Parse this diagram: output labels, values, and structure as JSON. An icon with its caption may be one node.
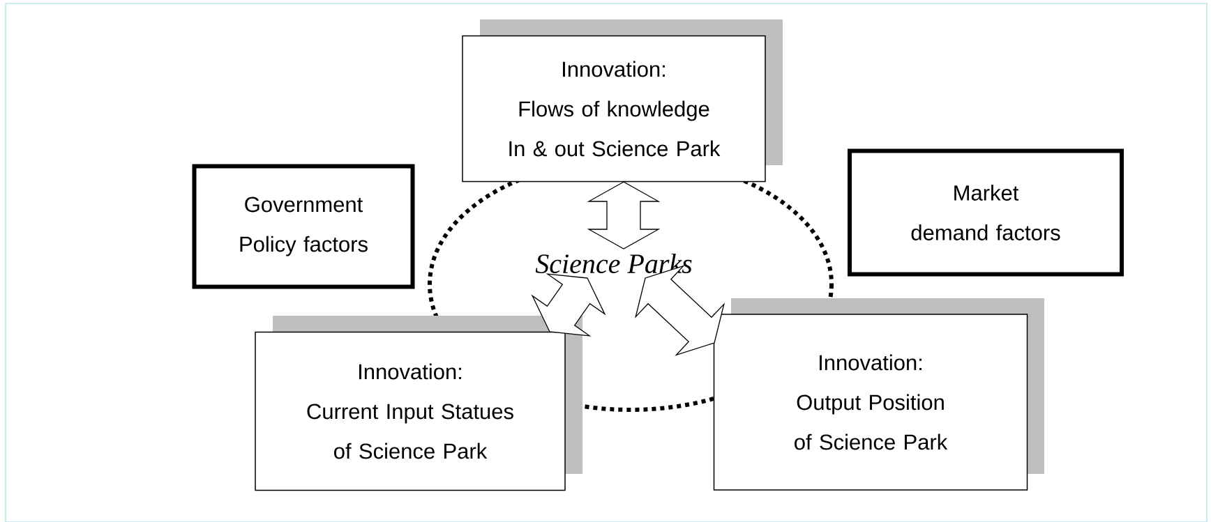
{
  "diagram": {
    "nodes": [
      {
        "text": [
          "Innovation:",
          "Flows of knowledge In & out Science Park"
        ]
      },
      {
        "text": [
          "Government Policy factors"
        ]
      },
      {
        "text": [
          "Market demand factors"
        ]
      },
      {
        "text": [
          "Science Parks"
        ]
      },
      {
        "text": [
          "Innovation:",
          "Current Input Statues of Science Park"
        ]
      },
      {
        "text": [
          "Innovation:",
          "Output Position of Science Park"
        ]
      }
    ],
    "edges": [
      {
        "from": 0,
        "to": 3,
        "arrow": "both"
      },
      {
        "from": 3,
        "to": 4,
        "arrow": "both"
      },
      {
        "from": 3,
        "to": 5,
        "arrow": "both"
      }
    ]
  }
}
